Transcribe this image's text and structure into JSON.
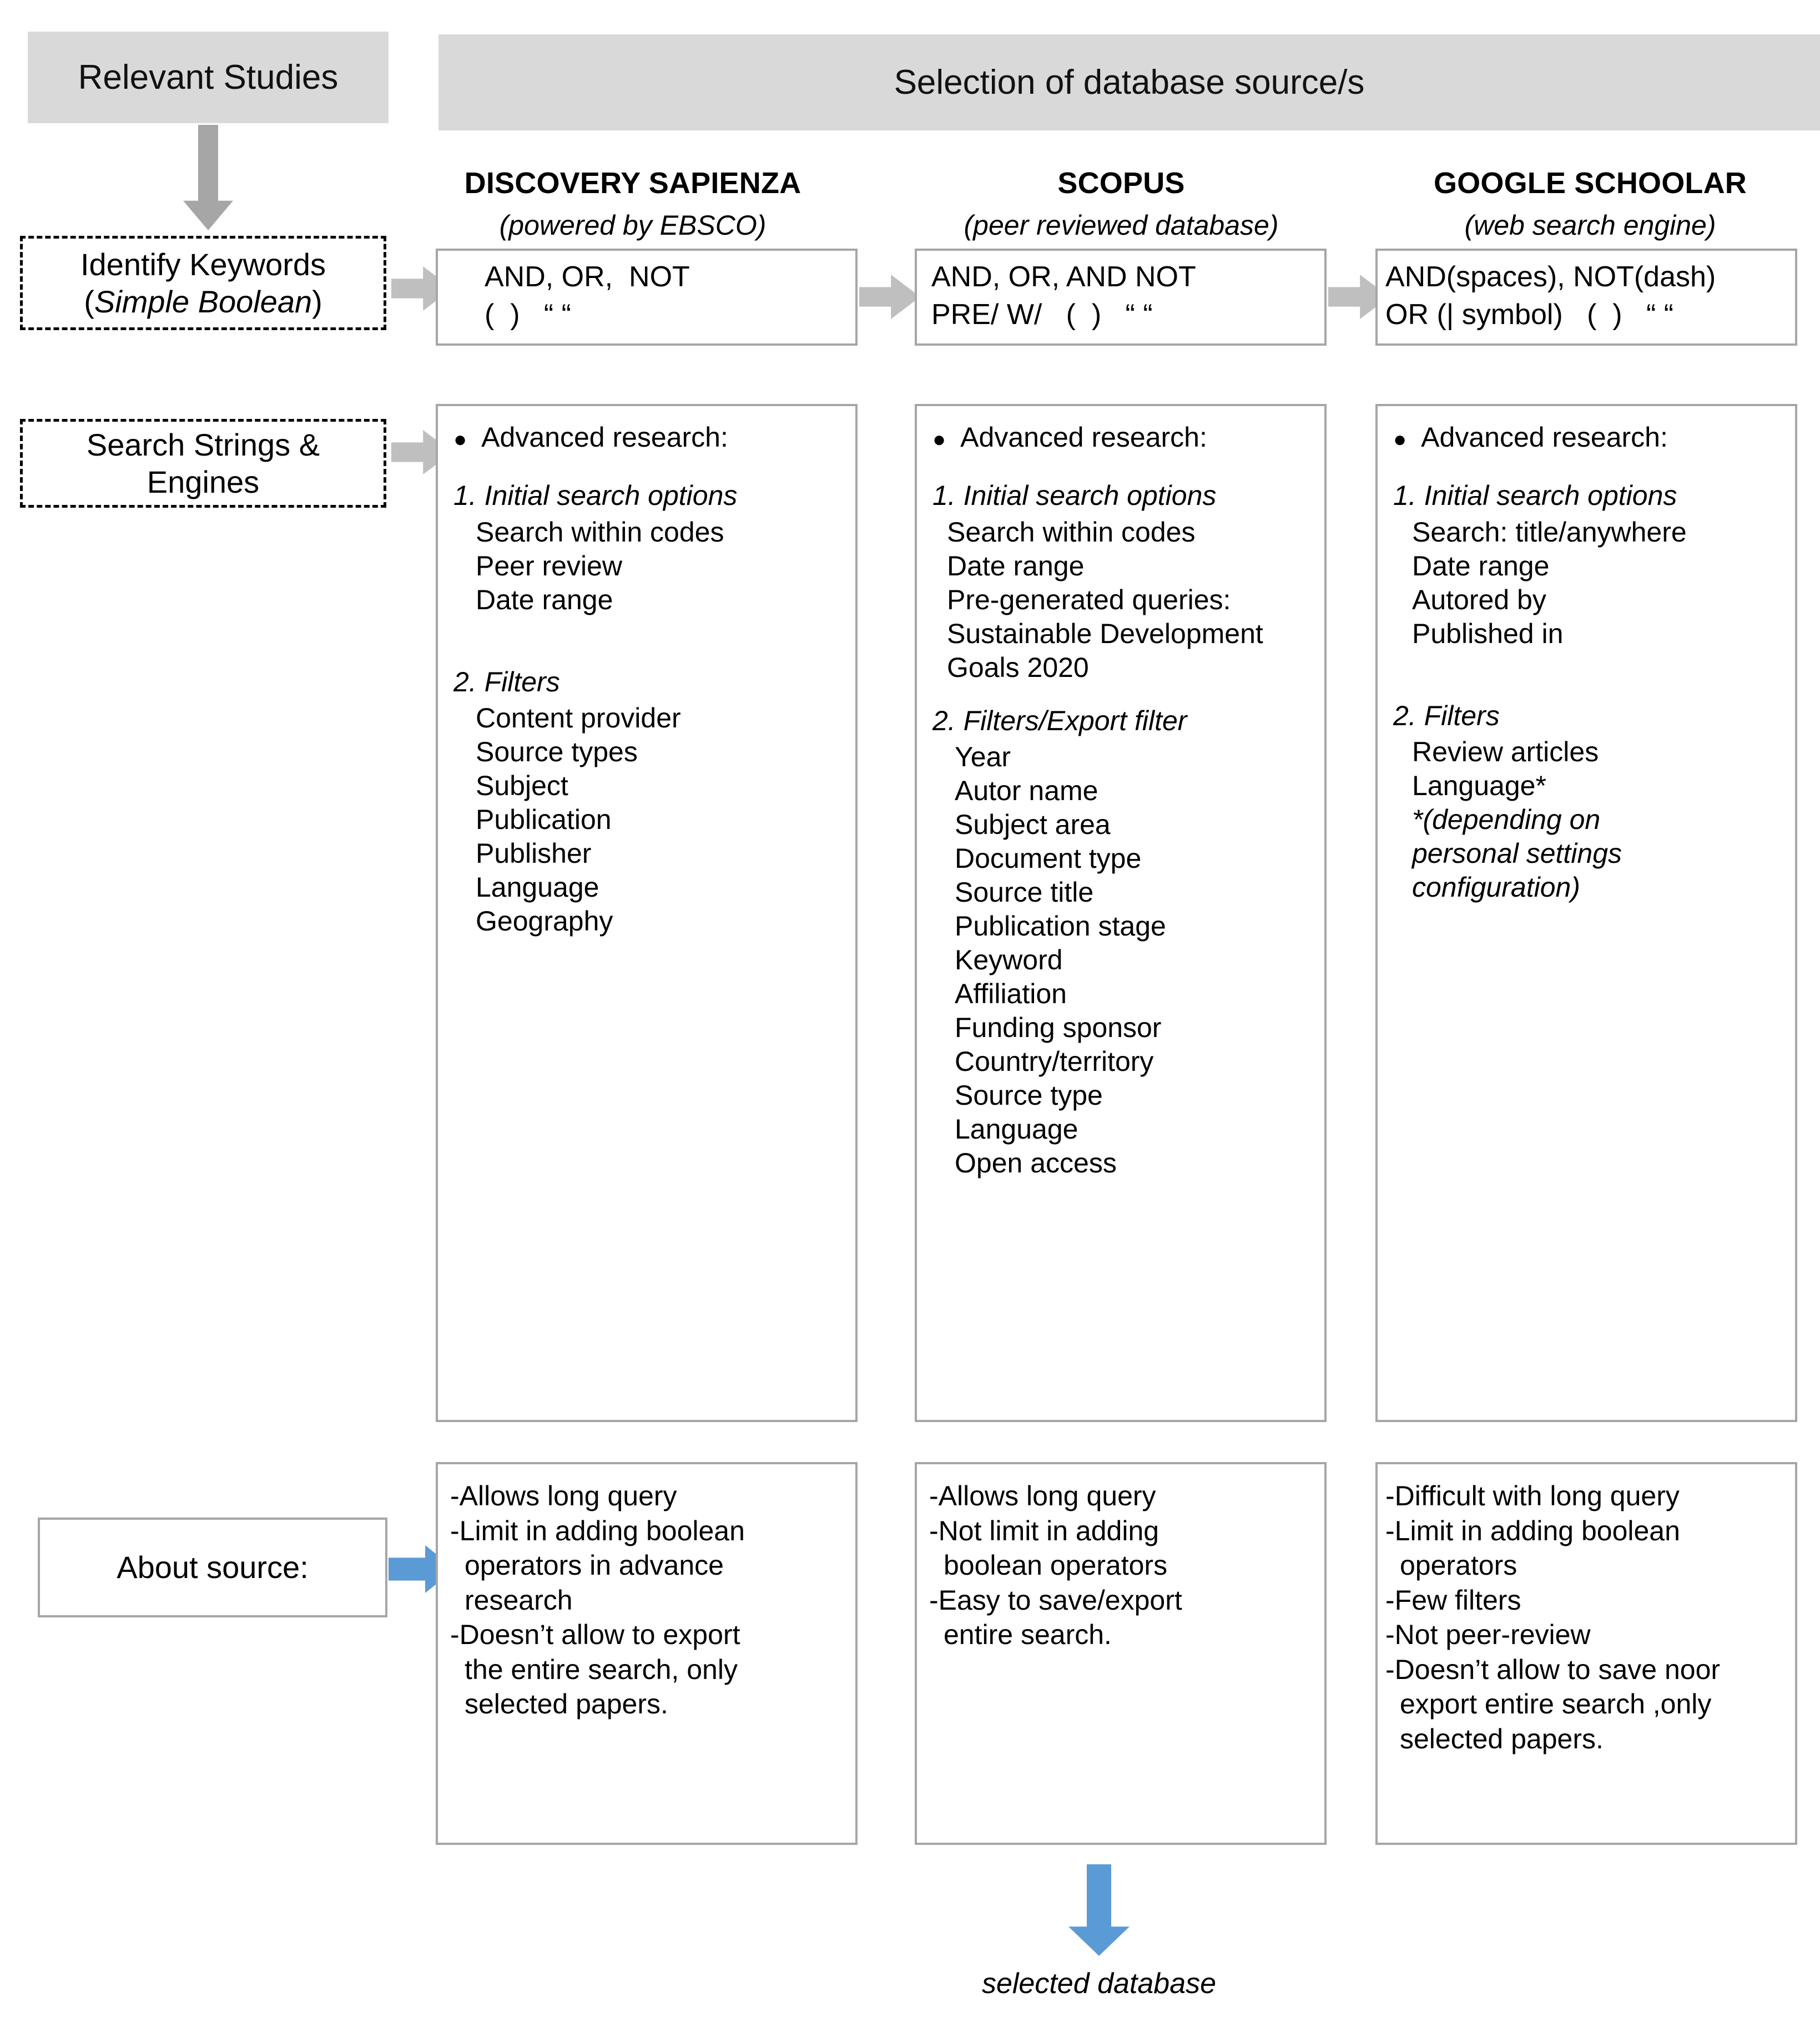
{
  "header": {
    "left_label": "Relevant Studies",
    "main_label": "Selection of database source/s"
  },
  "stages": [
    {
      "line1": "Identify Keywords",
      "line2_open": "(",
      "line2_italic": "Simple Boolean",
      "line2_close": ")"
    },
    {
      "line1": "Search Strings &",
      "line2": "Engines"
    },
    {
      "line1": "About source:"
    }
  ],
  "columns": [
    {
      "title": "DISCOVERY SAPIENZA",
      "subtitle": "(powered by EBSCO)",
      "boolean": [
        "AND, OR,  NOT",
        "(  )   “ “"
      ],
      "bullet": "Advanced research:",
      "section1_heading": "1. Initial search options",
      "section1_items": [
        "Search within codes",
        "Peer review",
        "Date range"
      ],
      "section2_heading": "2. Filters",
      "section2_items": [
        "Content provider",
        "Source types",
        "Subject",
        "Publication",
        "Publisher",
        "Language",
        "Geography"
      ],
      "about": [
        "-Allows long query",
        "-Limit in adding boolean",
        " operators in advance",
        " research",
        "-Doesn’t allow to export",
        "the entire search, only",
        "selected papers."
      ]
    },
    {
      "title": "SCOPUS",
      "subtitle": "(peer reviewed database)",
      "boolean": [
        "AND, OR, AND NOT",
        "PRE/ W/   (  )   “ “"
      ],
      "bullet": "Advanced research:",
      "section1_heading": "1. Initial search options",
      "section1_items": [
        "Search within codes",
        "Date range",
        "Pre-generated queries:",
        "Sustainable Development",
        "Goals 2020"
      ],
      "section2_heading": "2. Filters/Export filter",
      "section2_items": [
        "Year",
        "Autor name",
        "Subject area",
        "Document type",
        "Source title",
        "Publication stage",
        "Keyword",
        "Affiliation",
        "Funding sponsor",
        "Country/territory",
        "Source type",
        "Language",
        "Open access"
      ],
      "about": [
        "-Allows long query",
        "-Not limit in adding",
        " boolean operators",
        "-Easy to save/export",
        " entire search."
      ]
    },
    {
      "title": "GOOGLE SCHOOLAR",
      "subtitle": "(web search engine)",
      "boolean": [
        "AND(spaces), NOT(dash)",
        "OR (| symbol)   (  )   “ “"
      ],
      "bullet": "Advanced research:",
      "section1_heading": "1. Initial search options",
      "section1_items": [
        "Search: title/anywhere",
        "Date range",
        "Autored by",
        "Published in"
      ],
      "section2_heading": "2. Filters",
      "section2_items": [
        "Review articles",
        "Language*"
      ],
      "section2_note": [
        "*(depending on",
        "personal settings",
        "configuration)"
      ],
      "about": [
        "-Difficult with long query",
        "-Limit in adding boolean",
        " operators",
        "-Few filters",
        "-Not peer-review",
        "-Doesn’t allow to save noor",
        " export entire search ,only",
        " selected papers."
      ]
    }
  ],
  "footer": {
    "caption": "selected database"
  },
  "icons": {
    "arrow_down_gray": "arrow-down-icon",
    "arrow_right_gray": "arrow-right-icon",
    "arrow_right_blue": "arrow-right-icon",
    "arrow_down_blue": "arrow-down-icon"
  },
  "colors": {
    "header_fill": "#d9d9d9",
    "box_border": "#a6a6a6",
    "gray_arrow": "#bfbfbf",
    "blue_arrow": "#5b9bd5"
  }
}
